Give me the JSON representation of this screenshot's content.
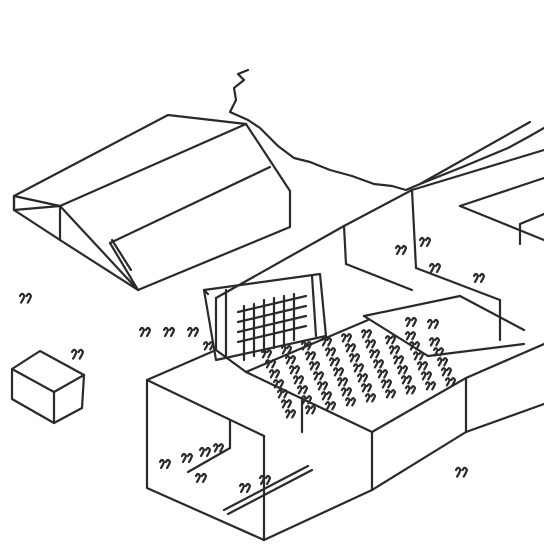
{
  "diagram": {
    "kind": "isometric hand-drawn architectural sketch",
    "text_labels": [],
    "colors": {
      "background": "#ffffff",
      "ink": "#2a2a2a"
    },
    "components": [
      "gable-roof-shed",
      "ridge-line",
      "small-block",
      "main-building",
      "internal-walls",
      "crowd-hall",
      "right-wing-room",
      "long-roofed-structure",
      "machinery-lattice",
      "bench",
      "people-figures"
    ]
  }
}
